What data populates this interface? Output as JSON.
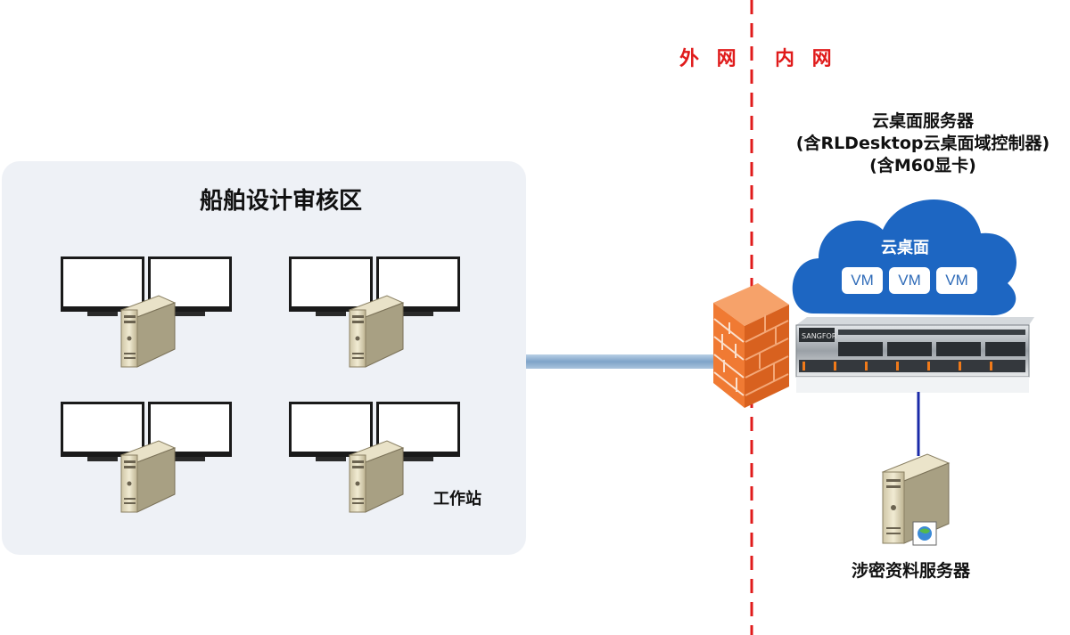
{
  "zones": {
    "outer": "外 网",
    "inner": "内 网"
  },
  "region": {
    "title": "船舶设计审核区",
    "workstation_label": "工作站"
  },
  "server": {
    "title_line1": "云桌面服务器",
    "title_line2": "(含RLDesktop云桌面域控制器)",
    "title_line3": "(含M60显卡)",
    "cloud_label": "云桌面",
    "vm_labels": [
      "VM",
      "VM",
      "VM"
    ],
    "brand": "SANGFOR"
  },
  "classified_server": {
    "label": "涉密资料服务器"
  },
  "colors": {
    "divider": "#e01b1b",
    "zone_text": "#e01b1b",
    "cloud": "#1d66c2",
    "region_bg": "#eef1f6",
    "link_line": "#8fb1d3",
    "server_link": "#1a2aa8",
    "firewall": "#f07a33"
  }
}
